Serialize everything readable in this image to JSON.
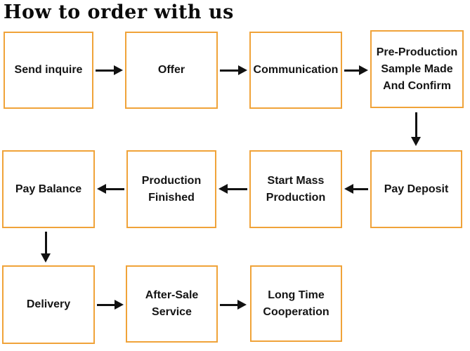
{
  "title": "How to order with us",
  "colors": {
    "background": "#ffffff",
    "box_border": "#f0a339",
    "box_fill": "#ffffff",
    "text": "#141414",
    "arrow": "#111111"
  },
  "diagram_type": "flowchart",
  "nodes": [
    {
      "id": "send-inquire",
      "label": "Send inquire"
    },
    {
      "id": "offer",
      "label": "Offer"
    },
    {
      "id": "communication",
      "label": "Communication"
    },
    {
      "id": "pre-production-sample",
      "label": "Pre-Production\nSample Made\nAnd Confirm"
    },
    {
      "id": "pay-deposit",
      "label": "Pay Deposit"
    },
    {
      "id": "start-mass-production",
      "label": "Start Mass\nProduction"
    },
    {
      "id": "production-finished",
      "label": "Production\nFinished"
    },
    {
      "id": "pay-balance",
      "label": "Pay Balance"
    },
    {
      "id": "delivery",
      "label": "Delivery"
    },
    {
      "id": "after-sale-service",
      "label": "After-Sale\nService"
    },
    {
      "id": "long-time-cooperation",
      "label": "Long Time\nCooperation"
    }
  ],
  "connections": [
    {
      "from": "send-inquire",
      "to": "offer"
    },
    {
      "from": "offer",
      "to": "communication"
    },
    {
      "from": "communication",
      "to": "pre-production-sample"
    },
    {
      "from": "pre-production-sample",
      "to": "pay-deposit"
    },
    {
      "from": "pay-deposit",
      "to": "start-mass-production"
    },
    {
      "from": "start-mass-production",
      "to": "production-finished"
    },
    {
      "from": "production-finished",
      "to": "pay-balance"
    },
    {
      "from": "pay-balance",
      "to": "delivery"
    },
    {
      "from": "delivery",
      "to": "after-sale-service"
    },
    {
      "from": "after-sale-service",
      "to": "long-time-cooperation"
    }
  ]
}
